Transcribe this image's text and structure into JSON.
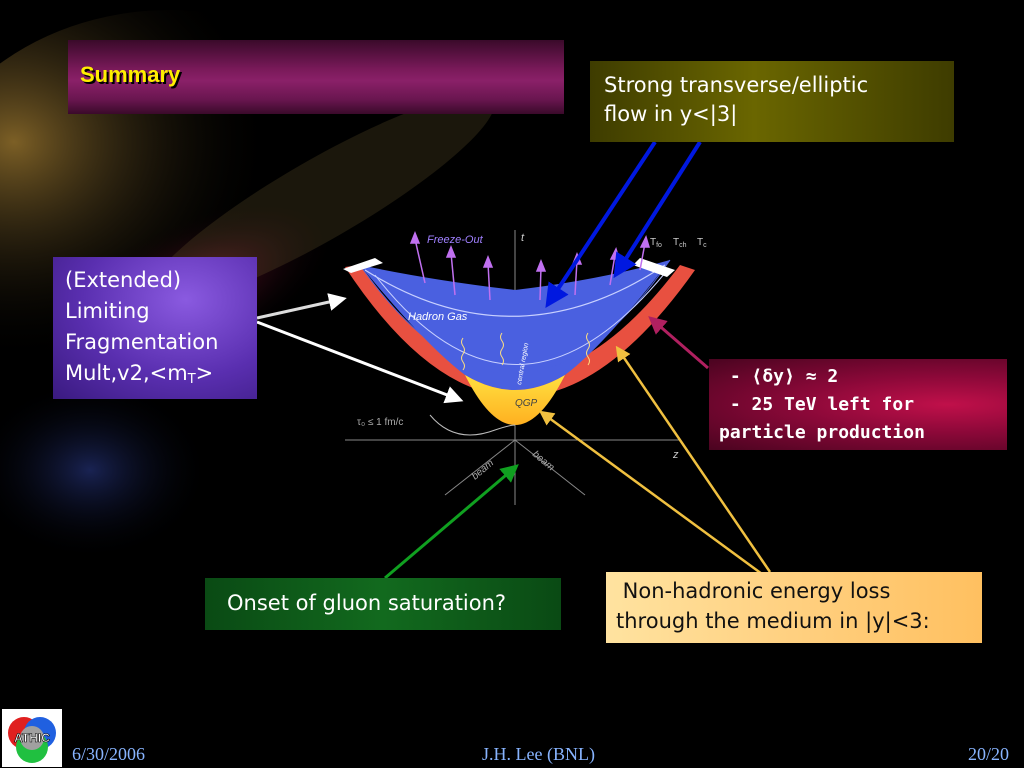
{
  "title": "Summary",
  "flow_box": {
    "line1": "Strong transverse/elliptic",
    "line2": "flow in y<|3|"
  },
  "frag_box": {
    "line1": "(Extended)",
    "line2": "Limiting",
    "line3": "Fragmentation",
    "line4_main": "Mult,v2,<m",
    "line4_sub": "T",
    "line4_end": ">"
  },
  "energy_box": {
    "line1": " - ⟨δy⟩ ≈ 2",
    "line2": " - 25 TeV left for",
    "line3": "particle production"
  },
  "gluon_box": {
    "text": "Onset of gluon saturation?"
  },
  "nonhad_box": {
    "line1": " Non-hadronic energy loss",
    "line2": "through the medium in |y|<3:"
  },
  "diagram": {
    "freeze_out": "Freeze-Out",
    "t_axis": "t",
    "z_axis": "z",
    "t_fo": "T",
    "t_fo_sub": "fo",
    "t_ch": "T",
    "t_ch_sub": "ch",
    "t_c": "T",
    "t_c_sub": "c",
    "hadron_gas": "Hadron Gas",
    "central_region": "central region",
    "qgp": "QGP",
    "tau_label": "τ₀ ≤ 1 fm/c",
    "beam_left": "beam",
    "beam_right": "beam"
  },
  "logo": {
    "text": "ATHIC"
  },
  "footer": {
    "date": "6/30/2006",
    "author": "J.H. Lee (BNL)",
    "page": "20/20"
  },
  "colors": {
    "title": "#ffee00",
    "footer_text": "#88b4ff",
    "flow_arrow": "#0018e0",
    "frag_arrow": "#ffffff",
    "energy_arrow": "#b02060",
    "gluon_arrow": "#10a020",
    "nonhad_arrow": "#f0c040"
  }
}
